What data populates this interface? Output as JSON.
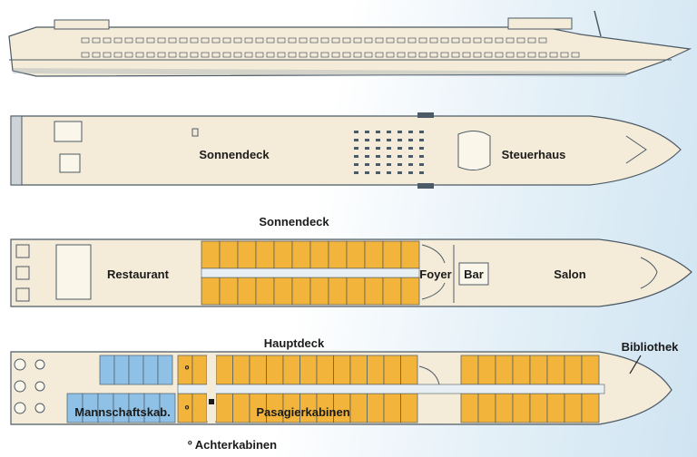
{
  "labels": {
    "sonnendeck_top": "Sonnendeck",
    "steuerhaus": "Steuerhaus",
    "sonnendeck_heading": "Sonnendeck",
    "restaurant": "Restaurant",
    "foyer": "Foyer",
    "bar": "Bar",
    "salon": "Salon",
    "hauptdeck_heading": "Hauptdeck",
    "bibliothek": "Bibliothek",
    "mannschaftskab": "Mannschaftskab.",
    "pasagierkabinen": "Pasagierkabinen",
    "achter_mark_1": "º",
    "achter_mark_2": "º",
    "achterkabinen": "º Achterkabinen"
  },
  "colors": {
    "hull": "#f4ecd9",
    "outline": "#4b5a66",
    "cabin_gold": "#f2b43a",
    "cabin_blue": "#8fc1e6",
    "corridor": "#e9f0f3"
  }
}
